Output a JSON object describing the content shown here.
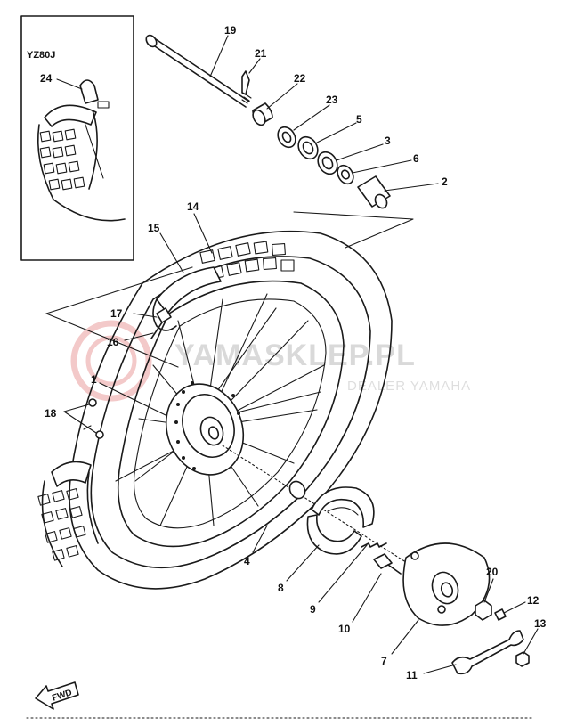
{
  "inset": {
    "title": "YZ80J",
    "part_number": "24"
  },
  "watermark": {
    "brand": "YAMASKLEP.PL",
    "tagline": "DEALER YAMAHA"
  },
  "direction_marker": "FWD",
  "callouts": {
    "c1": "1",
    "c2": "2",
    "c3": "3",
    "c4": "4",
    "c5": "5",
    "c6": "6",
    "c7": "7",
    "c8": "8",
    "c9": "9",
    "c10": "10",
    "c11": "11",
    "c12": "12",
    "c13": "13",
    "c14": "14",
    "c15": "15",
    "c16": "16",
    "c17": "17",
    "c18": "18",
    "c19": "19",
    "c20": "20",
    "c21": "21",
    "c22": "22",
    "c23": "23"
  }
}
